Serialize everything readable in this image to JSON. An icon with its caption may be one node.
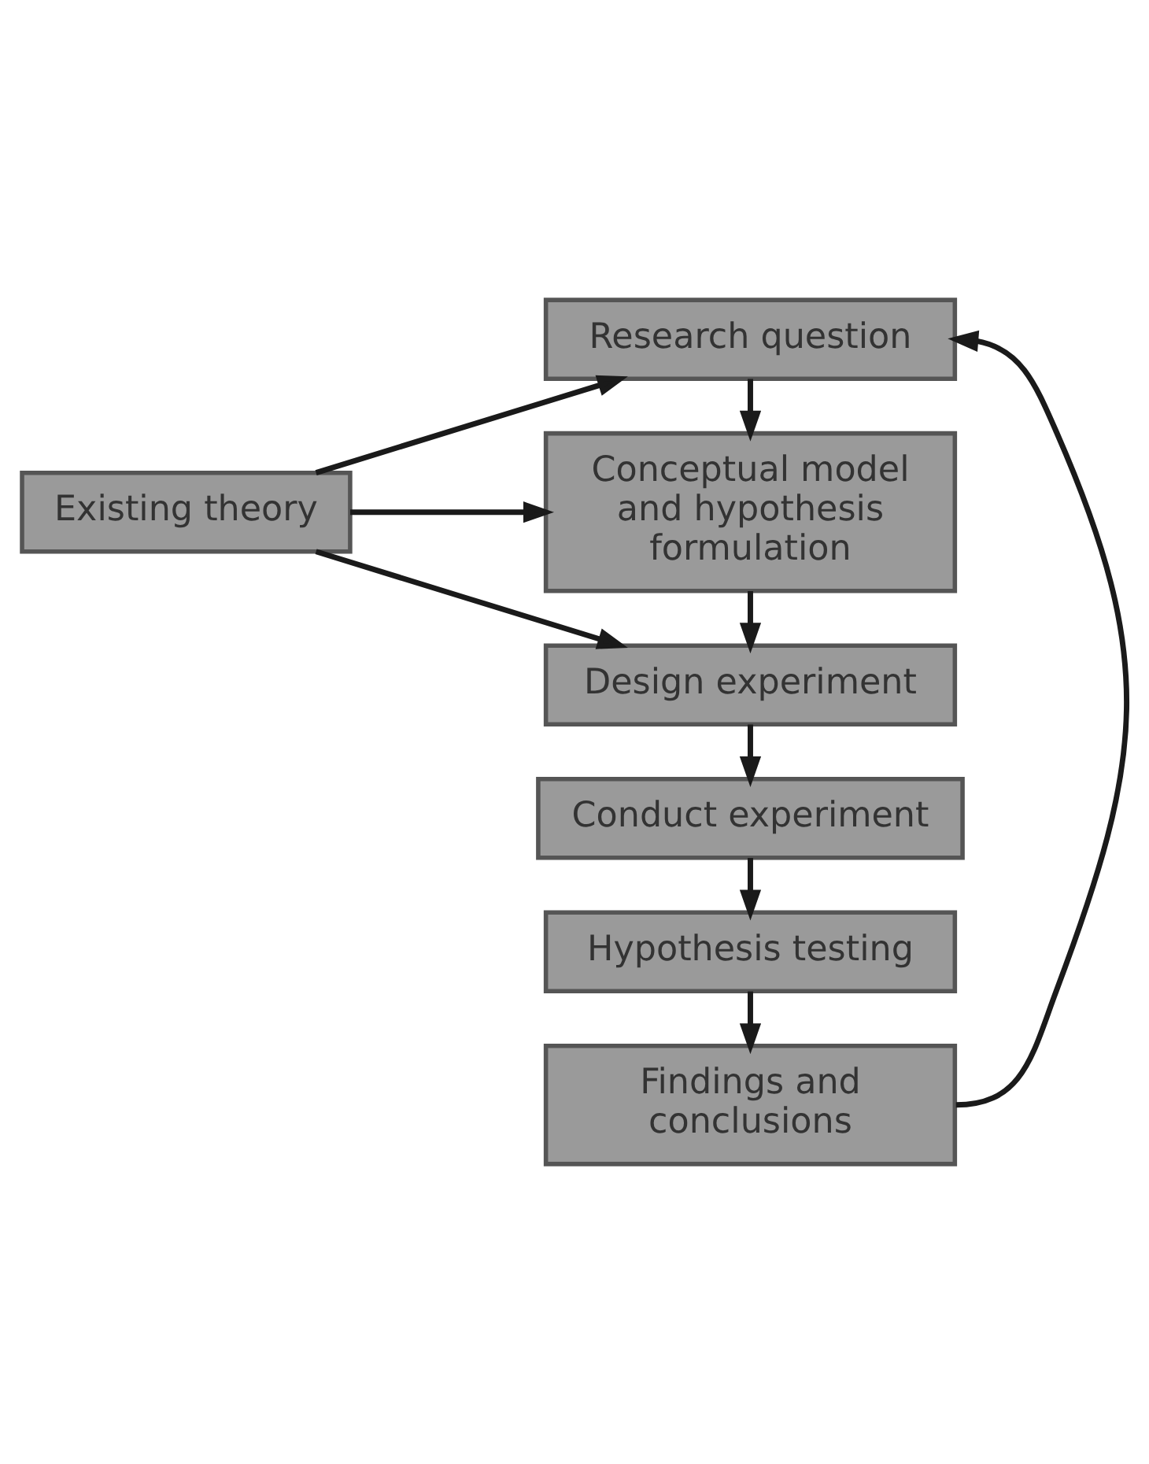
{
  "diagram": {
    "nodes": [
      {
        "text": [
          "Research question"
        ]
      },
      {
        "text": [
          "Existing theory"
        ]
      },
      {
        "text": [
          "Conceptual model and hypothesis formulation"
        ]
      },
      {
        "text": [
          "Design experiment"
        ]
      },
      {
        "text": [
          "Conduct experiment"
        ]
      },
      {
        "text": [
          "Hypothesis testing"
        ]
      },
      {
        "text": [
          "Findings and conclusions"
        ]
      }
    ],
    "edges": [
      {
        "from": 1,
        "to": 0,
        "arrow": "to"
      },
      {
        "from": 1,
        "to": 2,
        "arrow": "to"
      },
      {
        "from": 1,
        "to": 3,
        "arrow": "to"
      },
      {
        "from": 0,
        "to": 2,
        "arrow": "to"
      },
      {
        "from": 2,
        "to": 3,
        "arrow": "to"
      },
      {
        "from": 3,
        "to": 4,
        "arrow": "to"
      },
      {
        "from": 4,
        "to": 5,
        "arrow": "to"
      },
      {
        "from": 5,
        "to": 6,
        "arrow": "to"
      },
      {
        "from": 6,
        "to": 0,
        "arrow": "to"
      }
    ]
  }
}
